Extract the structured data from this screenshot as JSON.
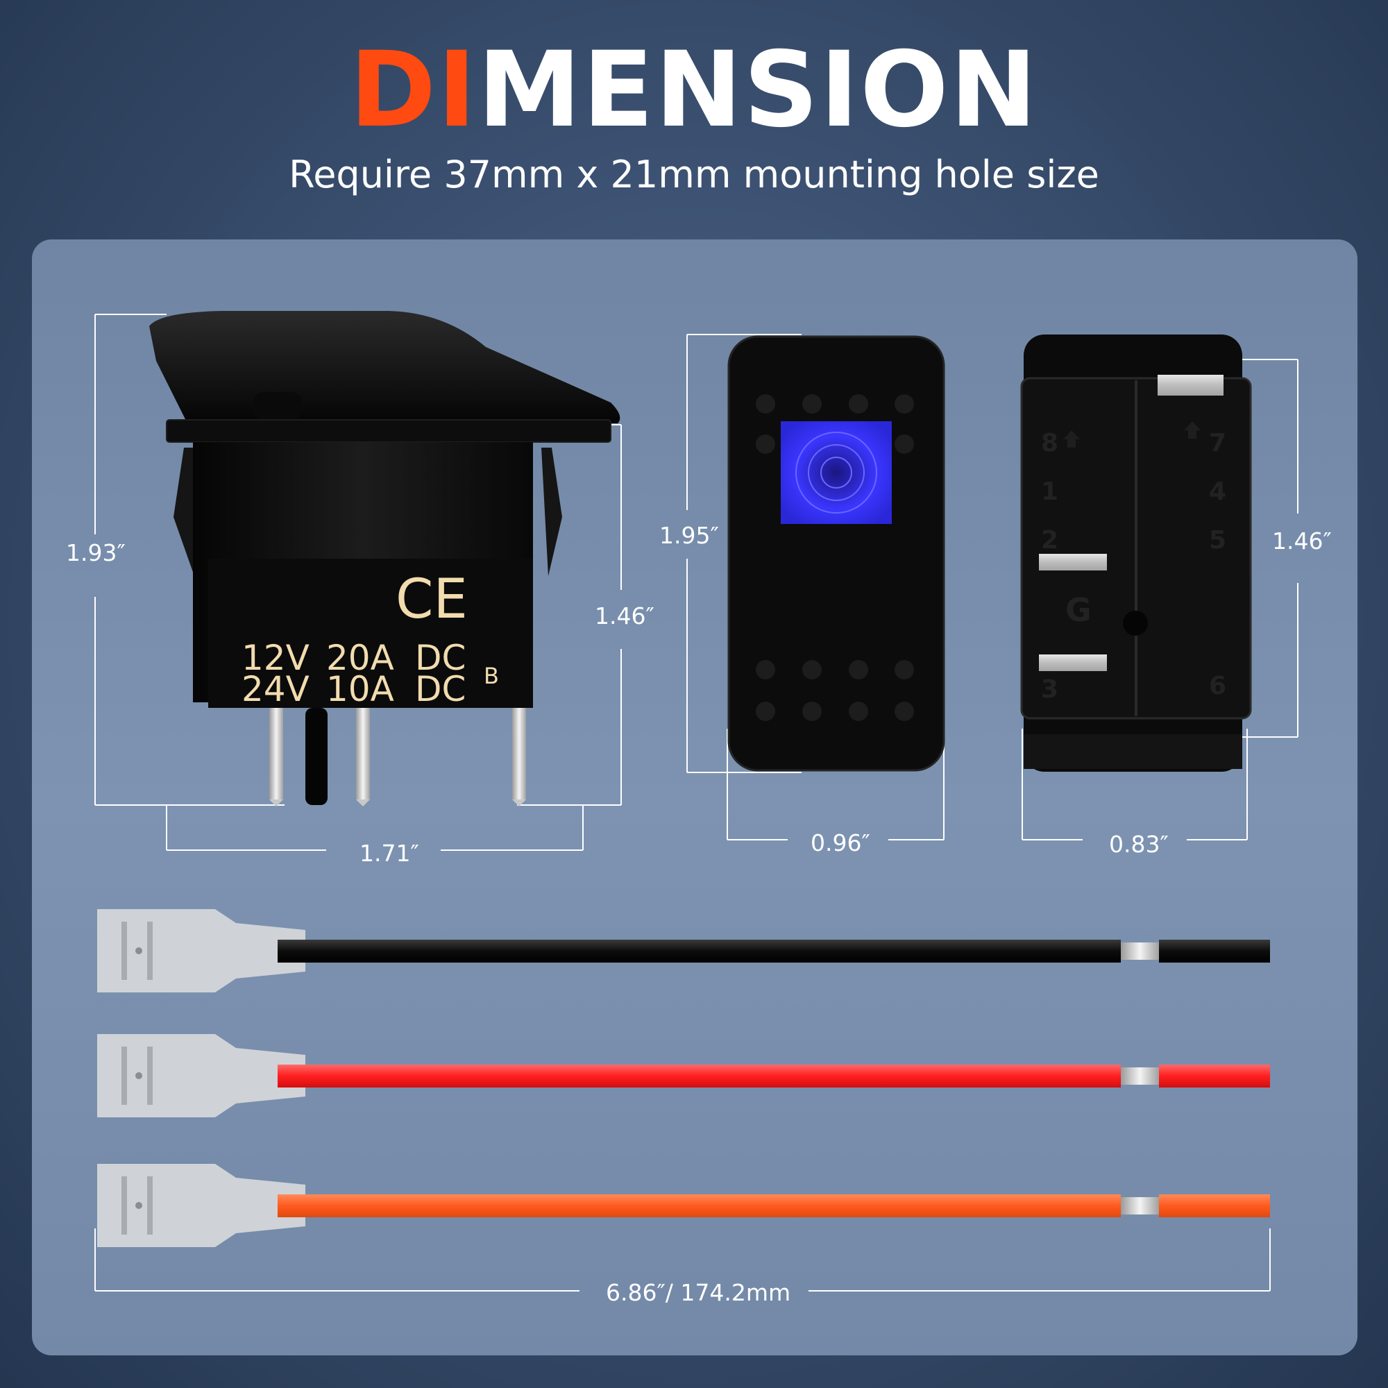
{
  "title": {
    "accent": "DI",
    "rest": "MENSION"
  },
  "subtitle": "Require 37mm x 21mm mounting hole size",
  "colors": {
    "accent": "#ff4a12",
    "blue_led": "#2f2cff",
    "wire_black": "#111111",
    "wire_red": "#ff2a2a",
    "wire_orange": "#ff5a1e"
  },
  "switch_label": {
    "ce_mark": "CE",
    "rating_row1": [
      "12V",
      "20A",
      "DC"
    ],
    "rating_row2": [
      "24V",
      "10A",
      "DC"
    ],
    "letter": "B"
  },
  "back_view": {
    "pins": [
      "8",
      "1",
      "2",
      "G",
      "3",
      "7",
      "4",
      "5",
      "6"
    ]
  },
  "dimensions": {
    "side_height": "1.93″",
    "side_body_height": "1.46″",
    "side_width": "1.71″",
    "front_height": "1.95″",
    "front_width": "0.96″",
    "back_height": "1.46″",
    "back_width": "0.83″",
    "wire_length": "6.86″/ 174.2mm"
  },
  "wires": [
    {
      "color_name": "black"
    },
    {
      "color_name": "red"
    },
    {
      "color_name": "orange"
    }
  ]
}
